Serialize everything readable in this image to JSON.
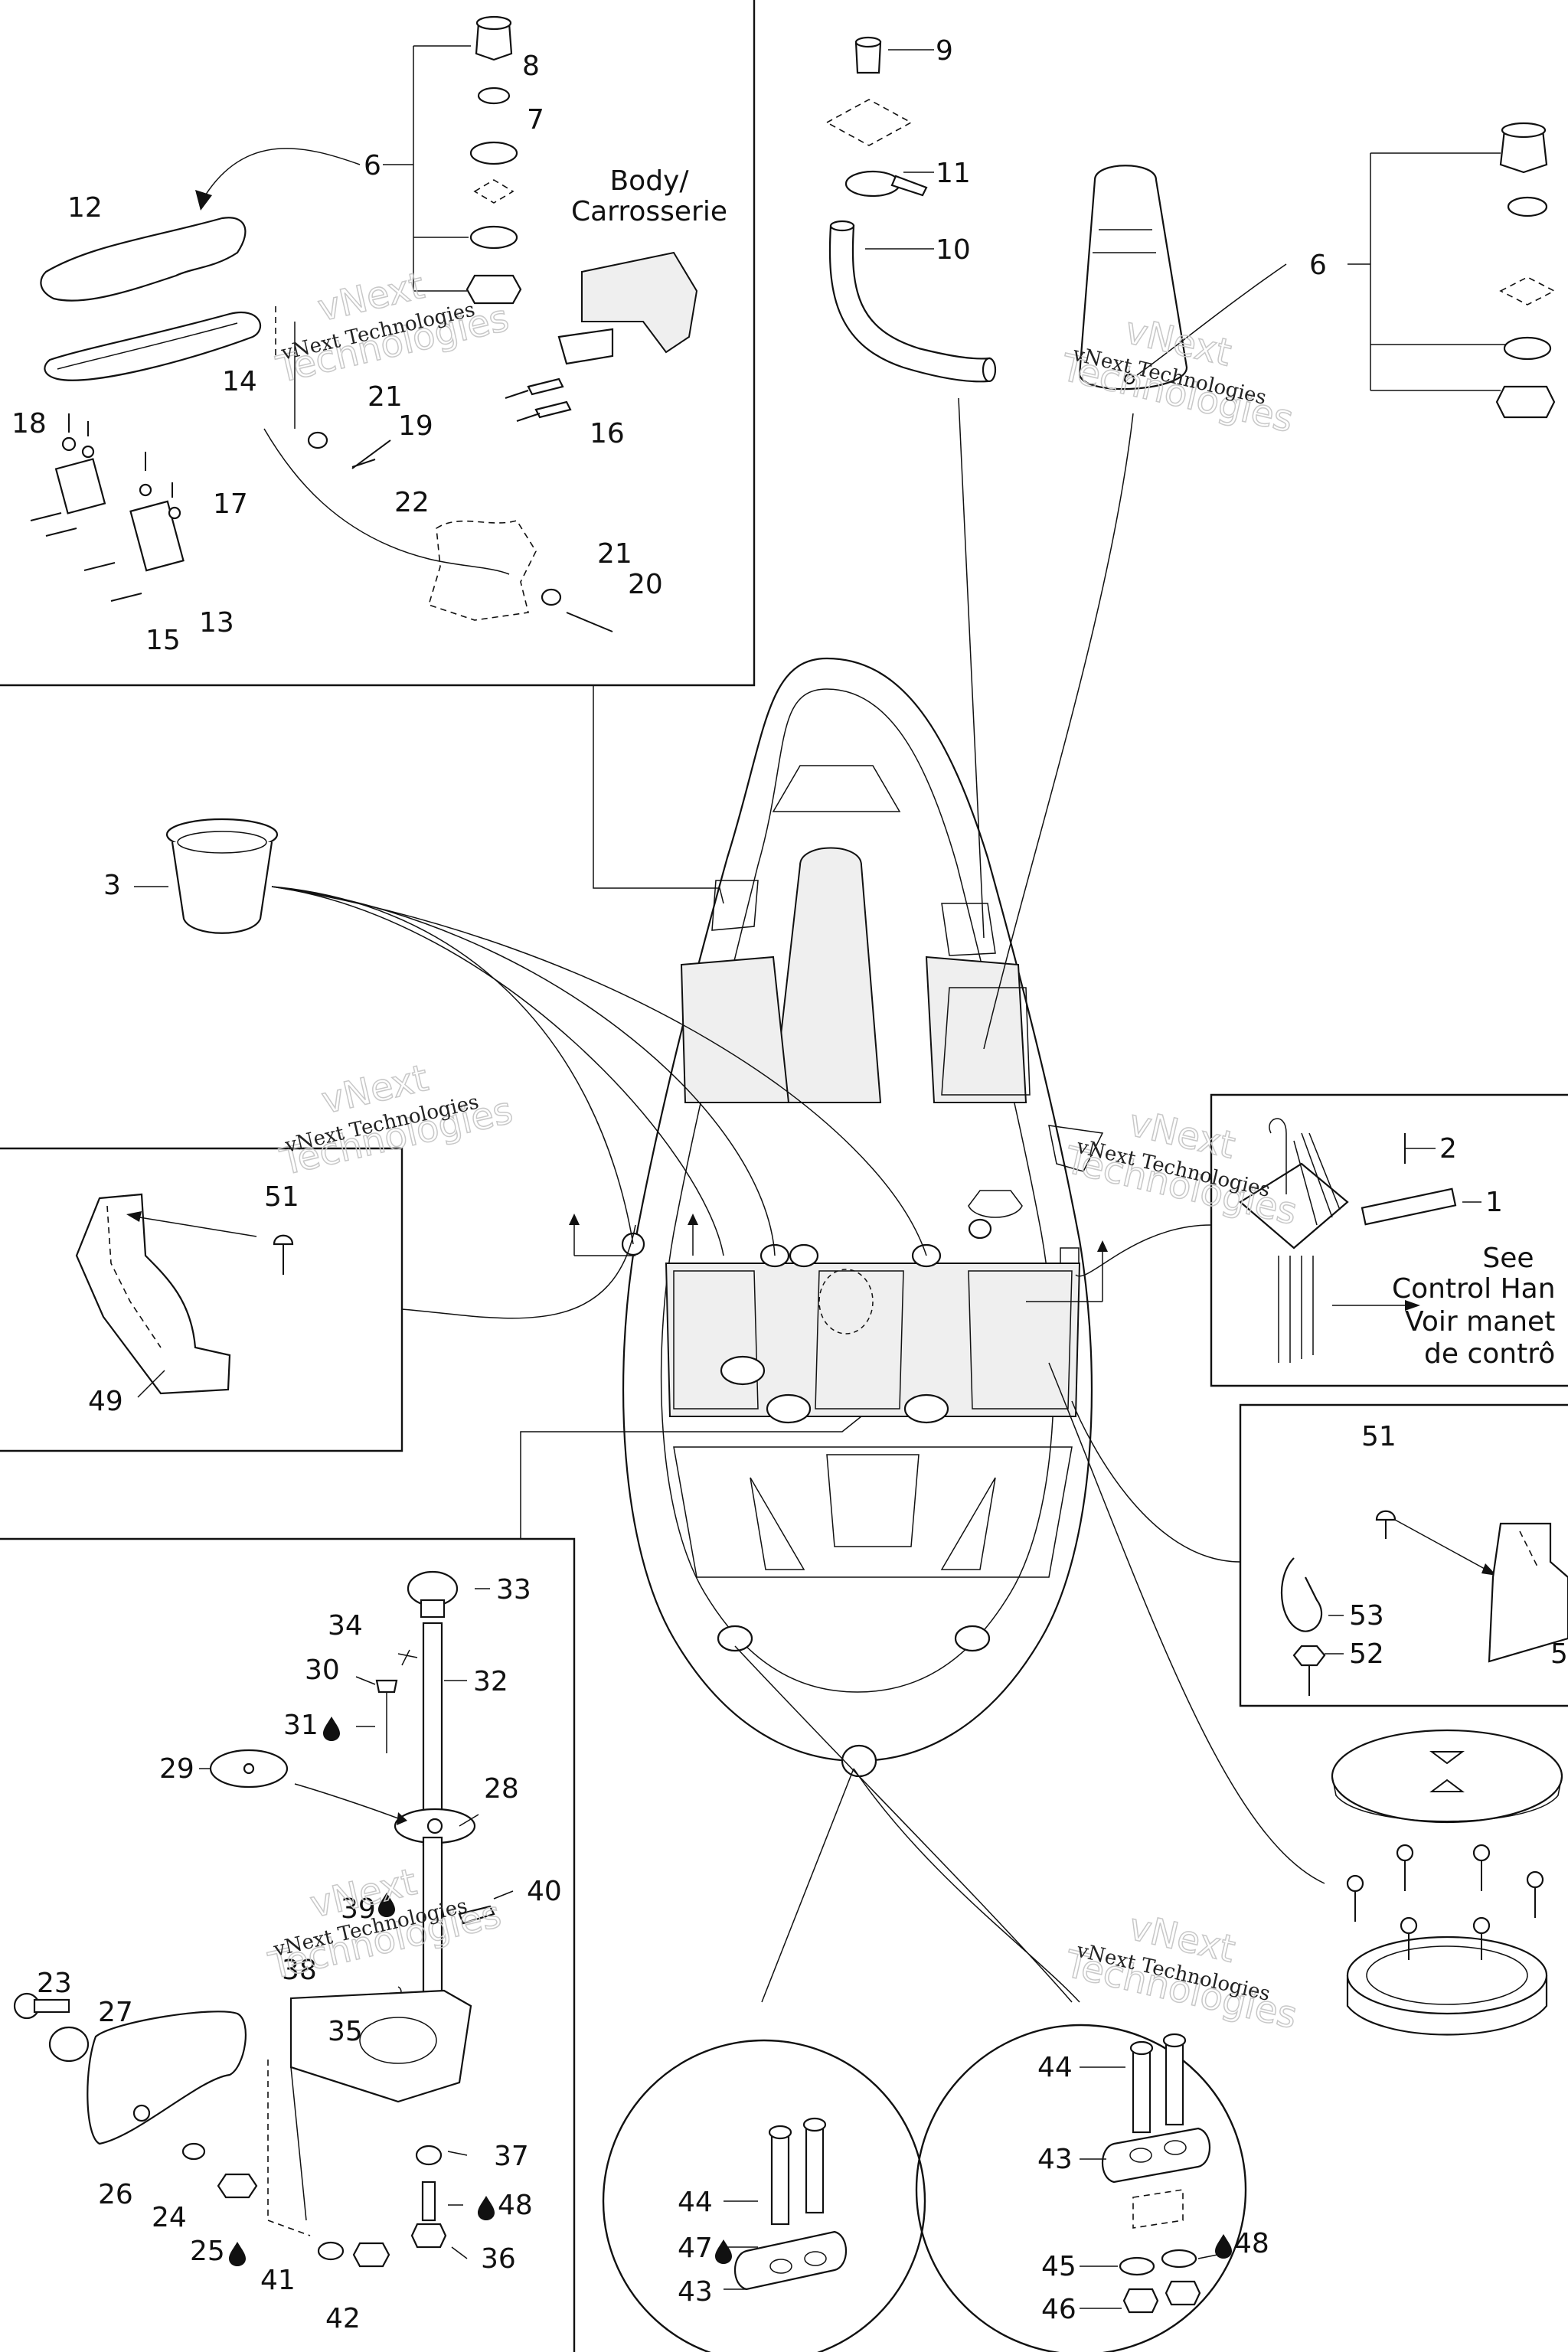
{
  "panels": {
    "top_left": {
      "labels": [
        "6",
        "7",
        "8",
        "12",
        "13",
        "14",
        "15",
        "16",
        "17",
        "18",
        "19",
        "20",
        "21",
        "21",
        "22"
      ],
      "body_text": [
        "Body/",
        "Carrosserie"
      ]
    },
    "top_middle": {
      "labels": [
        "9",
        "10",
        "11"
      ]
    },
    "top_right": {
      "labels": [
        "6"
      ]
    },
    "cup": {
      "label": "3"
    },
    "mid_left": {
      "labels": [
        "51",
        "49"
      ]
    },
    "mid_right": {
      "labels": [
        "2",
        "1"
      ],
      "see_text": [
        "See",
        "Control Han",
        "Voir manet",
        "de contrô"
      ]
    },
    "right_lower": {
      "labels": [
        "51",
        "53",
        "52",
        "5"
      ]
    },
    "bottom_left": {
      "labels": [
        "33",
        "34",
        "32",
        "30",
        "31",
        "29",
        "28",
        "39",
        "40",
        "38",
        "23",
        "27",
        "35",
        "37",
        "48",
        "26",
        "24",
        "25",
        "36",
        "41",
        "42"
      ]
    },
    "circle_left": {
      "labels": [
        "44",
        "47",
        "43"
      ]
    },
    "circle_right": {
      "labels": [
        "44",
        "43",
        "45",
        "48",
        "46"
      ]
    }
  },
  "watermark": {
    "company": "vNext Technologies",
    "stamp": "Technologies",
    "prefix": "vNext"
  },
  "symbols": {
    "drop": "liquid-drop-icon"
  }
}
